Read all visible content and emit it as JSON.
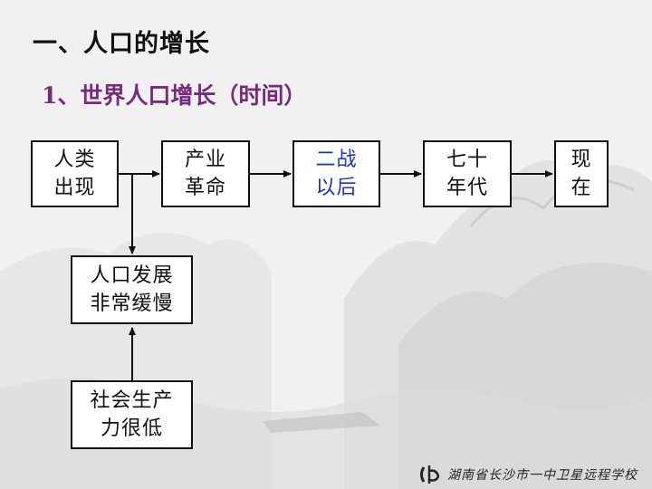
{
  "slide": {
    "heading": "一、人口的增长",
    "subheading": "1、世界人口增长（时间）"
  },
  "timeline": [
    {
      "id": "human-origin",
      "text": "人类\n出现"
    },
    {
      "id": "industrial-revolution",
      "text": "产业\n革命"
    },
    {
      "id": "post-wwii",
      "text": "二战\n以后",
      "color": "#1f2fd6"
    },
    {
      "id": "seventies",
      "text": "七十\n年代"
    },
    {
      "id": "present",
      "text": "现\n在"
    }
  ],
  "side_boxes": {
    "slow_growth": "人口发展\n非常缓慢",
    "low_productivity": "社会生产\n力很低"
  },
  "footer": {
    "organization": "湖南省长沙市一中卫星远程学校"
  },
  "colors": {
    "subheading": "#7a2a7e",
    "highlight": "#1f2fd6"
  }
}
